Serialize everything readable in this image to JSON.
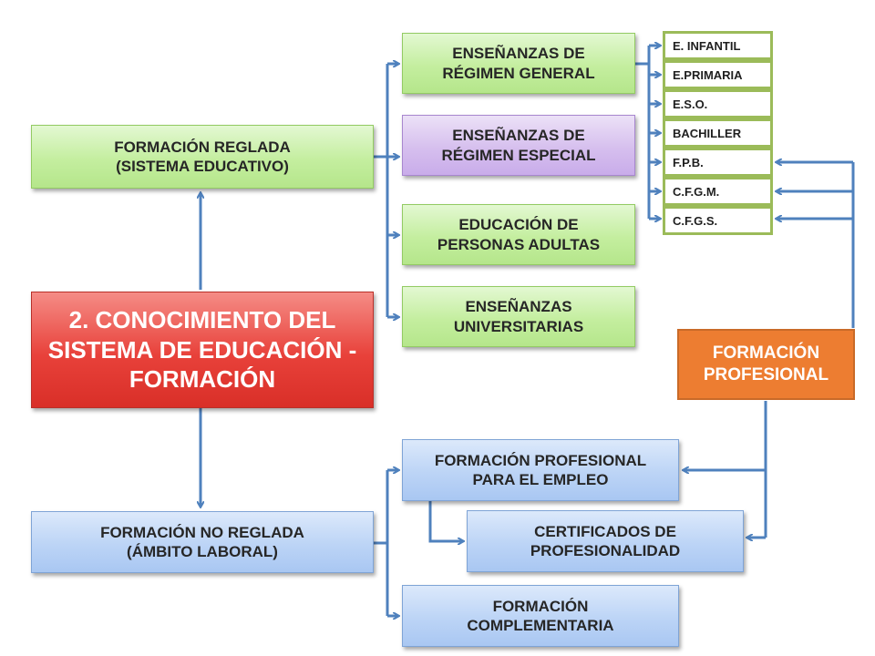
{
  "nodes": {
    "main": {
      "line1": "2. CONOCIMIENTO DEL",
      "line2": "SISTEMA DE EDUCACIÓN -",
      "line3": "FORMACIÓN"
    },
    "reglada": {
      "line1": "FORMACIÓN REGLADA",
      "line2": "(SISTEMA EDUCATIVO)"
    },
    "no_reglada": {
      "line1": "FORMACIÓN NO REGLADA",
      "line2": "(ÁMBITO LABORAL)"
    },
    "regimen_general": {
      "line1": "ENSEÑANZAS DE",
      "line2": "RÉGIMEN GENERAL"
    },
    "regimen_especial": {
      "line1": "ENSEÑANZAS DE",
      "line2": "RÉGIMEN ESPECIAL"
    },
    "adultas": {
      "line1": "EDUCACIÓN DE",
      "line2": "PERSONAS ADULTAS"
    },
    "universitarias": {
      "line1": "ENSEÑANZAS",
      "line2": "UNIVERSITARIAS"
    },
    "fp": {
      "line1": "FORMACIÓN",
      "line2": "PROFESIONAL"
    },
    "fp_empleo": {
      "line1": "FORMACIÓN PROFESIONAL",
      "line2": "PARA EL EMPLEO"
    },
    "certificados": {
      "line1": "CERTIFICADOS DE",
      "line2": "PROFESIONALIDAD"
    },
    "complementaria": {
      "line1": "FORMACIÓN",
      "line2": "COMPLEMENTARIA"
    }
  },
  "levels": [
    "E. INFANTIL",
    "E.PRIMARIA",
    "E.S.O.",
    "BACHILLER",
    "F.P.B.",
    "C.F.G.M.",
    "C.F.G.S."
  ],
  "colors": {
    "connector": "#4f81bd",
    "main_red": "#d92f28",
    "fp_orange": "#ed7d31",
    "level_border": "#9bbb59"
  }
}
